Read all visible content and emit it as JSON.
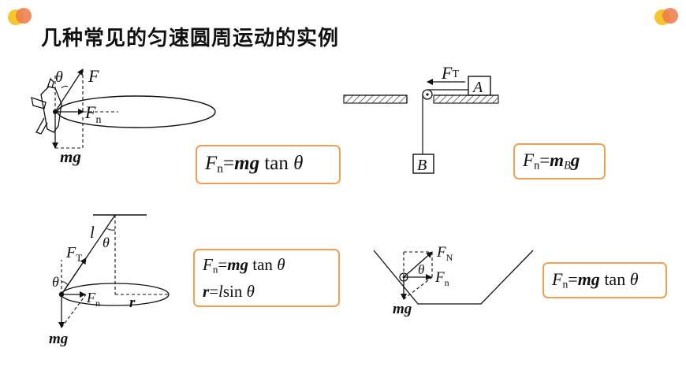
{
  "slide": {
    "title": "几种常见的匀速圆周运动的实例",
    "accent_color": "#f0a050",
    "deco_colors": [
      "#f7c62f",
      "#ec7a4a"
    ]
  },
  "example1": {
    "labels": {
      "theta": "θ",
      "F": "F",
      "Fn_base": "F",
      "Fn_sub": "n",
      "mg": "mg"
    },
    "formula": {
      "lhs_base": "F",
      "lhs_sub": "n",
      "eq": "=",
      "mg": "mg",
      "func": "tan",
      "var": "θ"
    }
  },
  "example2": {
    "labels": {
      "FT_base": "F",
      "FT_sub": "T",
      "A": "A",
      "B": "B"
    },
    "formula": {
      "lhs_base": "F",
      "lhs_sub": "n",
      "eq": "=",
      "m": "m",
      "m_sub": "B",
      "g": "g"
    }
  },
  "example3": {
    "labels": {
      "FT_base": "F",
      "FT_sub": "T",
      "l": "l",
      "theta_top": "θ",
      "theta_left": "θ",
      "Fn_base": "F",
      "Fn_sub": "n",
      "r": "r",
      "mg": "mg"
    },
    "formula": {
      "line1": {
        "lhs_base": "F",
        "lhs_sub": "n",
        "eq": "=",
        "mg": "mg",
        "func": "tan",
        "var": "θ"
      },
      "line2": {
        "lhs": "r",
        "eq": "=",
        "l": "l",
        "func": "sin",
        "var": "θ"
      }
    }
  },
  "example4": {
    "labels": {
      "FN_base": "F",
      "FN_sub": "N",
      "theta": "θ",
      "Fn_base": "F",
      "Fn_sub": "n",
      "mg": "mg"
    },
    "formula": {
      "lhs_base": "F",
      "lhs_sub": "n",
      "eq": "=",
      "mg": "mg",
      "func": "tan",
      "var": "θ"
    }
  }
}
